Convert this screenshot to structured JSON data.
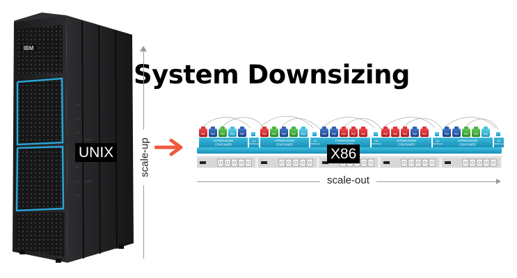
{
  "title": "System Downsizing",
  "labels": {
    "unix": "UNIX",
    "x86": "X86",
    "scale_up": "scale-up",
    "scale_out": "scale-out"
  },
  "rack": {
    "brand": "IBM"
  },
  "cluster": {
    "group_label_line1": "HYPERVISOR/",
    "group_label_line2": "CONTAINER",
    "controller_label_line1": "NW",
    "controller_label_line2": "CONTROLLER",
    "app_label": "App"
  },
  "colors": {
    "accent_arrow": "#f05a3c",
    "rack_edge": "#2aa4d8",
    "hypervisor": "#1fa6c9",
    "vm_red": "#d9262e",
    "vm_blue": "#1e4fa3",
    "vm_green": "#3aa935"
  },
  "icons": [
    "server-rack-icon",
    "vm-app-icon",
    "server-unit-icon",
    "arrow-right-icon"
  ]
}
